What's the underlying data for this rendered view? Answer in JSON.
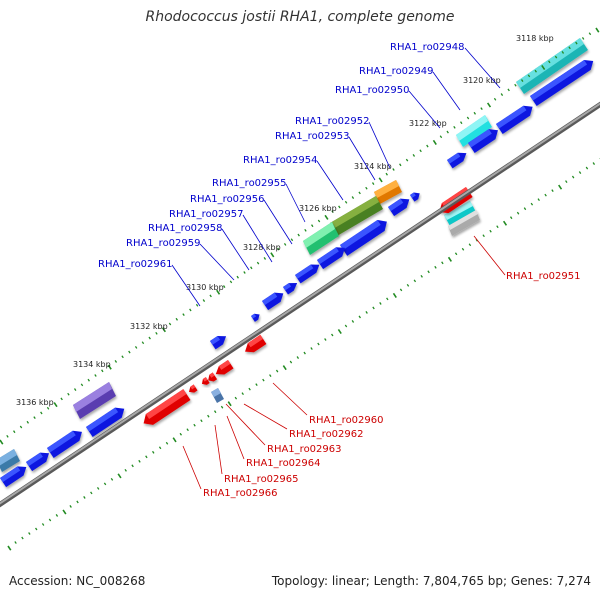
{
  "title": "Rhodococcus jostii RHA1, complete genome",
  "accession": "Accession: NC_008268",
  "summary": "Topology: linear; Length: 7,804,765 bp; Genes: 7,274",
  "colors": {
    "forward_label": "#0000cc",
    "reverse_label": "#cc0000",
    "backbone": "#888888",
    "tick": "#228b22"
  },
  "ticks": [
    {
      "label": "3118 kbp",
      "kbp": 3118
    },
    {
      "label": "3120 kbp",
      "kbp": 3120
    },
    {
      "label": "3122 kbp",
      "kbp": 3122
    },
    {
      "label": "3124 kbp",
      "kbp": 3124
    },
    {
      "label": "3126 kbp",
      "kbp": 3126
    },
    {
      "label": "3128 kbp",
      "kbp": 3128
    },
    {
      "label": "3130 kbp",
      "kbp": 3130
    },
    {
      "label": "3132 kbp",
      "kbp": 3132
    },
    {
      "label": "3134 kbp",
      "kbp": 3134
    },
    {
      "label": "3136 kbp",
      "kbp": 3136
    }
  ],
  "forward_labels": [
    "RHA1_ro02948",
    "RHA1_ro02949",
    "RHA1_ro02950",
    "RHA1_ro02952",
    "RHA1_ro02953",
    "RHA1_ro02954",
    "RHA1_ro02955",
    "RHA1_ro02956",
    "RHA1_ro02957",
    "RHA1_ro02958",
    "RHA1_ro02959",
    "RHA1_ro02961"
  ],
  "reverse_labels": [
    "RHA1_ro02951",
    "RHA1_ro02960",
    "RHA1_ro02962",
    "RHA1_ro02963",
    "RHA1_ro02964",
    "RHA1_ro02965",
    "RHA1_ro02966"
  ]
}
